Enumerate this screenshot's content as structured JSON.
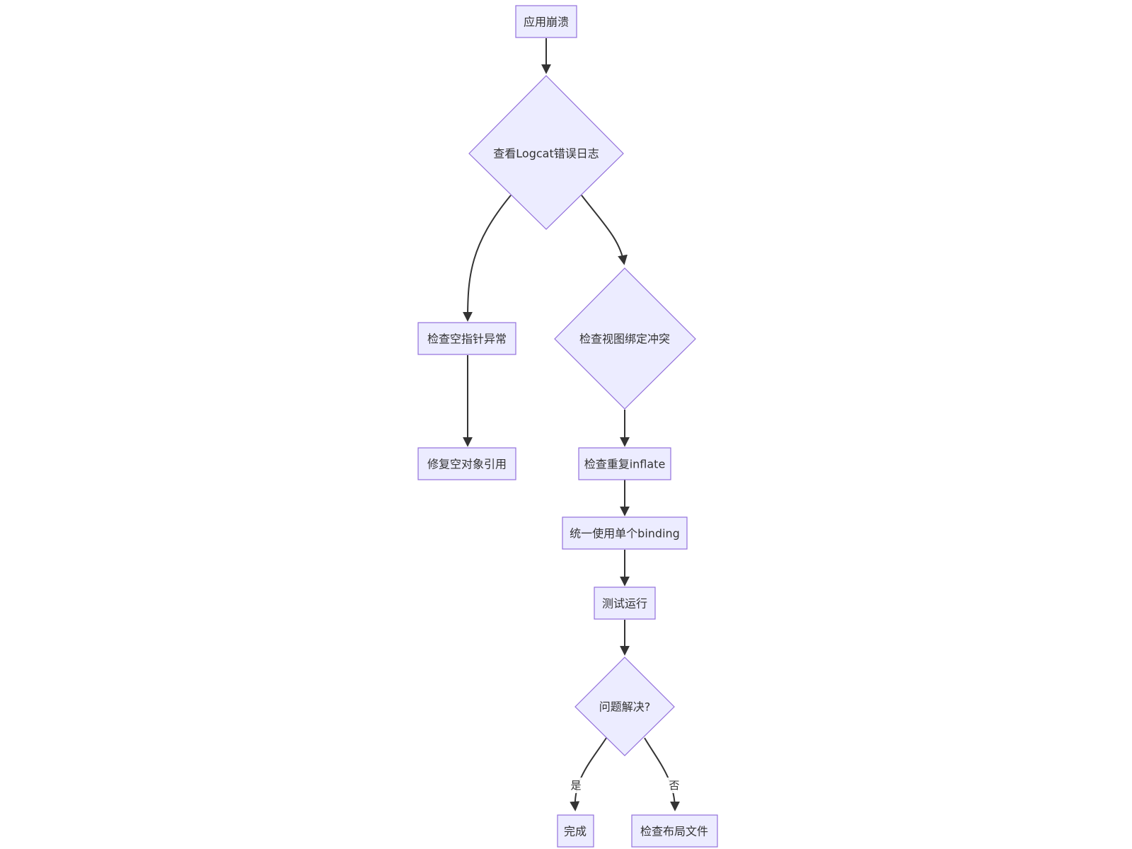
{
  "colors": {
    "node_fill": "#ECECFF",
    "node_stroke": "#9370DB",
    "edge": "#333333",
    "text": "#333333"
  },
  "nodes": {
    "crash": {
      "label": "应用崩溃"
    },
    "logcat": {
      "label": "查看Logcat错误日志"
    },
    "npe": {
      "label": "检查空指针异常"
    },
    "binding_conflict": {
      "label": "检查视图绑定冲突"
    },
    "fix_null": {
      "label": "修复空对象引用"
    },
    "dup_inflate": {
      "label": "检查重复inflate"
    },
    "single_binding": {
      "label": "统一使用单个binding"
    },
    "test_run": {
      "label": "测试运行"
    },
    "resolved": {
      "label": "问题解决?"
    },
    "done": {
      "label": "完成"
    },
    "layout_file": {
      "label": "检查布局文件"
    }
  },
  "edges": {
    "yes": {
      "label": "是"
    },
    "no": {
      "label": "否"
    }
  }
}
